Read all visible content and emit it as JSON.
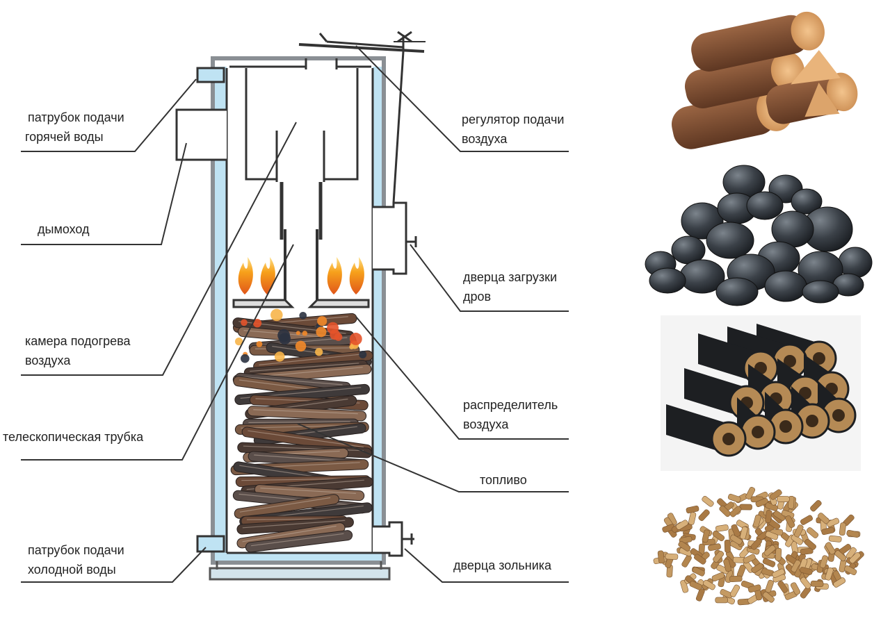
{
  "labels": {
    "hot_water_pipe": [
      "патрубок подачи",
      "горячей воды"
    ],
    "chimney": [
      "дымоход"
    ],
    "air_heating_chamber": [
      "камера подогрева",
      "воздуха"
    ],
    "telescopic_tube": [
      "телескопическая трубка"
    ],
    "cold_water_pipe": [
      "патрубок подачи",
      "холодной воды"
    ],
    "air_supply_regulator": [
      "регулятор подачи",
      "воздуха"
    ],
    "firewood_loading_door": [
      "дверца загрузки",
      "дров"
    ],
    "air_distributor": [
      "распределитель",
      "воздуха"
    ],
    "fuel": [
      "топливо"
    ],
    "ash_door": [
      "дверца зольника"
    ]
  },
  "fuel_types": [
    "firewood",
    "coal",
    "briquettes",
    "pellets"
  ],
  "colors": {
    "wall": "#333333",
    "water_jacket": "#bfe3f3",
    "wood": "#8b5a3c",
    "coal": "#3a3f45",
    "pellet": "#c49a63",
    "flame": "#f39a1e"
  }
}
